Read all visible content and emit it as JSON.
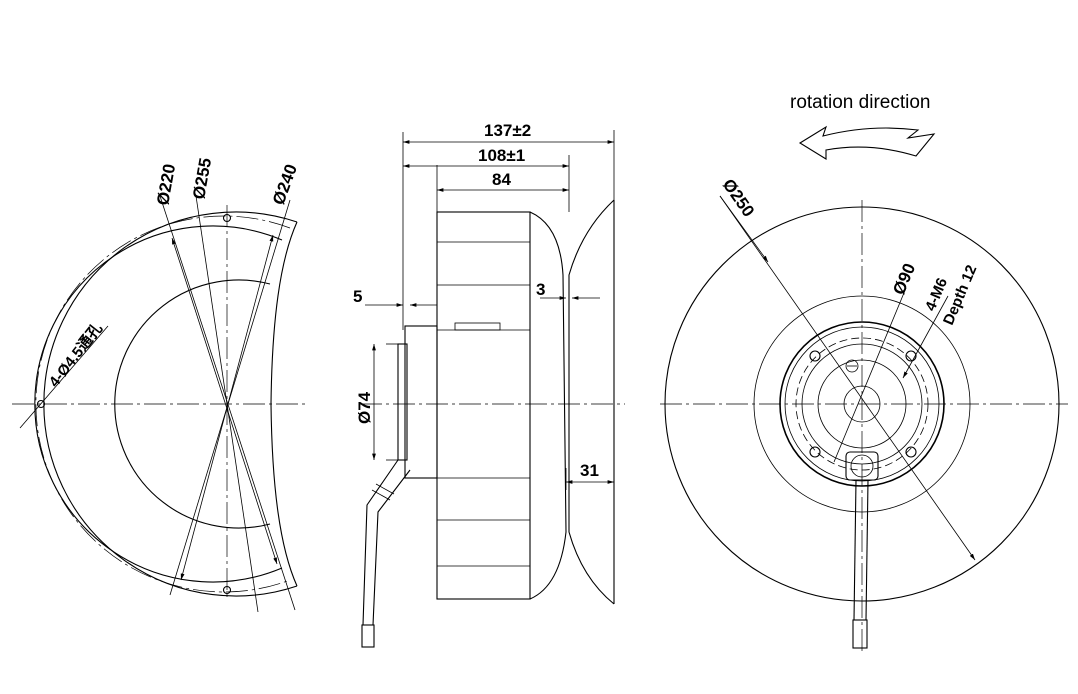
{
  "labels": {
    "rotation": "rotation direction",
    "left": {
      "d220": "Ø220",
      "d255": "Ø255",
      "d240": "Ø240",
      "holes": "4-Ø4.5通孔"
    },
    "side": {
      "d137": "137±2",
      "d108": "108±1",
      "d84": "84",
      "d5": "5",
      "d3": "3",
      "d74": "Ø74",
      "d31": "31"
    },
    "right": {
      "d250": "Ø250",
      "d90": "Ø90",
      "m6": "4-M6",
      "depth": "Depth 12"
    }
  }
}
